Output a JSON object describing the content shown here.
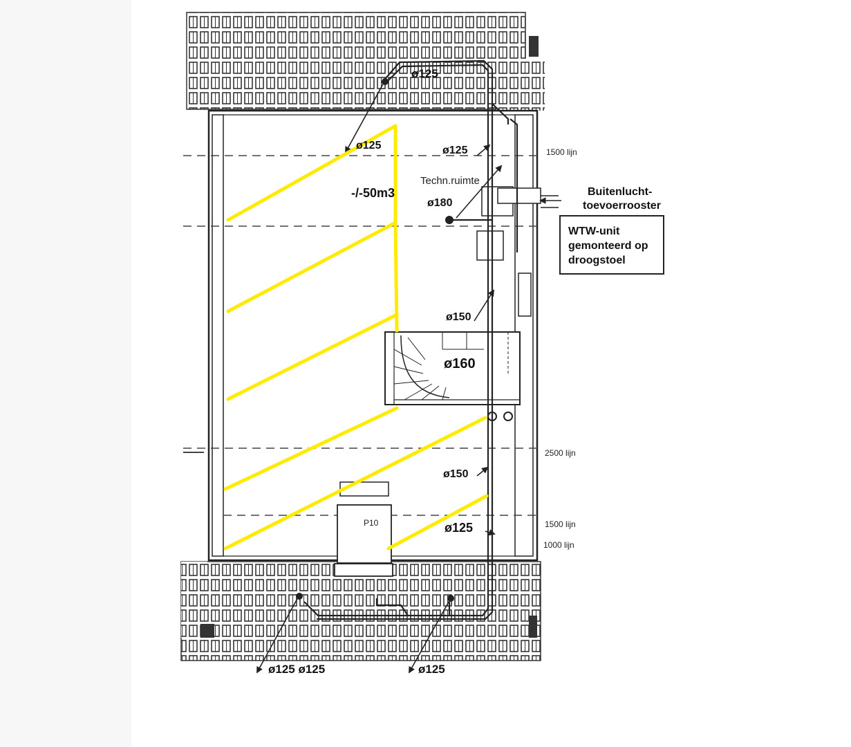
{
  "colors": {
    "highlight": "#ffeb00",
    "linework": "#222222",
    "background": "#ffffff",
    "margin_left": "#f7f7f7"
  },
  "ducts": {
    "top_label": "ø125",
    "left_upper": "ø125",
    "right_upper": "ø125",
    "capacity": "-/-50m3",
    "tech_room": "Techn.ruimte",
    "d180": "ø180",
    "d150_upper": "ø150",
    "d160": "ø160",
    "d150_lower": "ø150",
    "d125_lower": "ø125",
    "bottom_left": "ø125 ø125",
    "bottom_right": "ø125"
  },
  "levels": {
    "l1500_top": "1500 lijn",
    "l2500": "2500 lijn",
    "l1500_bottom": "1500 lijn",
    "l1000": "1000 lijn"
  },
  "callouts": {
    "buitenlucht_line1": "Buitenlucht-",
    "buitenlucht_line2": "toevoerrooster",
    "wtw_line1": "WTW-unit",
    "wtw_line2": "gemonteerd op",
    "wtw_line3": "droogstoel",
    "p10": "P10"
  }
}
